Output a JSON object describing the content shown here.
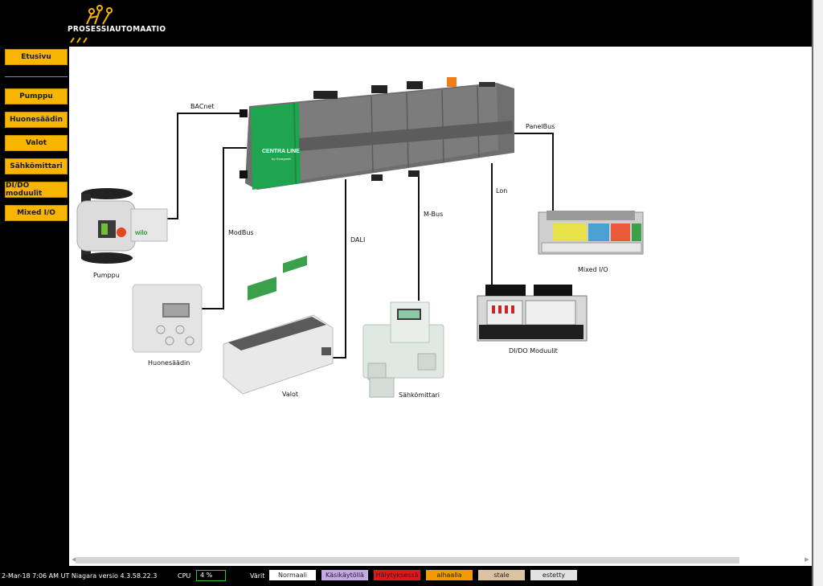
{
  "header": {
    "logo_text": "PROSESSIAUTOMAATIO"
  },
  "sidebar": {
    "items": [
      {
        "label": "Etusivu"
      },
      {
        "label": "Pumppu"
      },
      {
        "label": "Huonesäädin"
      },
      {
        "label": "Valot"
      },
      {
        "label": "Sähkömittari"
      },
      {
        "label": "DI/DO moduulit"
      },
      {
        "label": "Mixed I/O"
      }
    ]
  },
  "diagram": {
    "controller_brand": "CENTRA LINE",
    "controller_subbrand": "by Honeywell",
    "buses": {
      "bacnet": "BACnet",
      "modbus": "ModBus",
      "dali": "DALI",
      "mbus": "M-Bus",
      "lon": "Lon",
      "panelbus": "PanelBus"
    },
    "devices": {
      "pump": "Pumppu",
      "pump_brand": "wilo",
      "room_controller": "Huonesäädin",
      "lights": "Valot",
      "energy_meter": "Sähkömittari",
      "dido": "DI/DO Moduulit",
      "mixed_io": "Mixed I/O"
    }
  },
  "statusbar": {
    "time": "2-Mar-18 7:06 AM UT  Niagara versio 4.3.58.22.3",
    "cpu_label": "CPU",
    "cpu_value": "4 %",
    "colors_label": "Värit",
    "legend": [
      {
        "label": "Normaali",
        "color": "#ffffff"
      },
      {
        "label": "Käsikäytöllä",
        "color": "#c5a8e8"
      },
      {
        "label": "Hälytyksessä",
        "color": "#e01818"
      },
      {
        "label": "alhaalla",
        "color": "#f29a00"
      },
      {
        "label": "stale",
        "color": "#dcc3a0"
      },
      {
        "label": "estetty",
        "color": "#e2e2e2"
      }
    ]
  }
}
